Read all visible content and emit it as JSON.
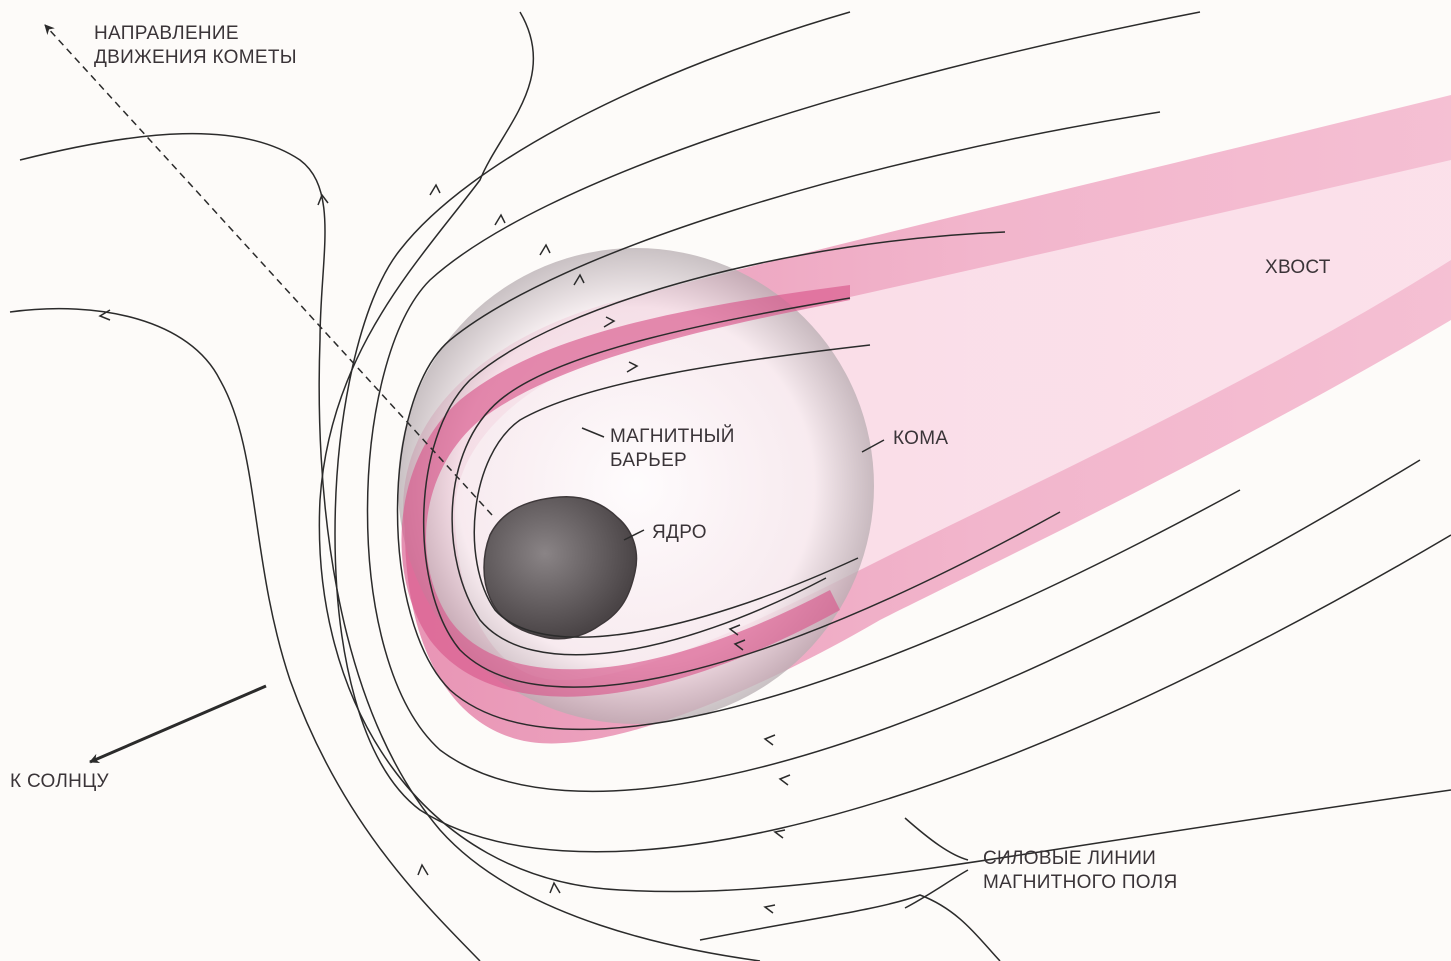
{
  "labels": {
    "direction": [
      "НАПРАВЛЕНИЕ",
      "ДВИЖЕНИЯ КОМЕТЫ"
    ],
    "to_sun": "К СОЛНЦУ",
    "magnetic_barrier": [
      "МАГНИТНЫЙ",
      "БАРЬЕР"
    ],
    "coma": "КОМА",
    "nucleus": "ЯДРО",
    "tail": "ХВОСТ",
    "field_lines": [
      "СИЛОВЫЕ ЛИНИИ",
      "МАГНИТНОГО ПОЛЯ"
    ]
  },
  "colors": {
    "background": "#fdfbf9",
    "tail": "#e07aa0",
    "barrier": "#d94f86",
    "coma": "#ffffff",
    "nucleus": "#5c5658",
    "line": "#2b2b2b"
  }
}
